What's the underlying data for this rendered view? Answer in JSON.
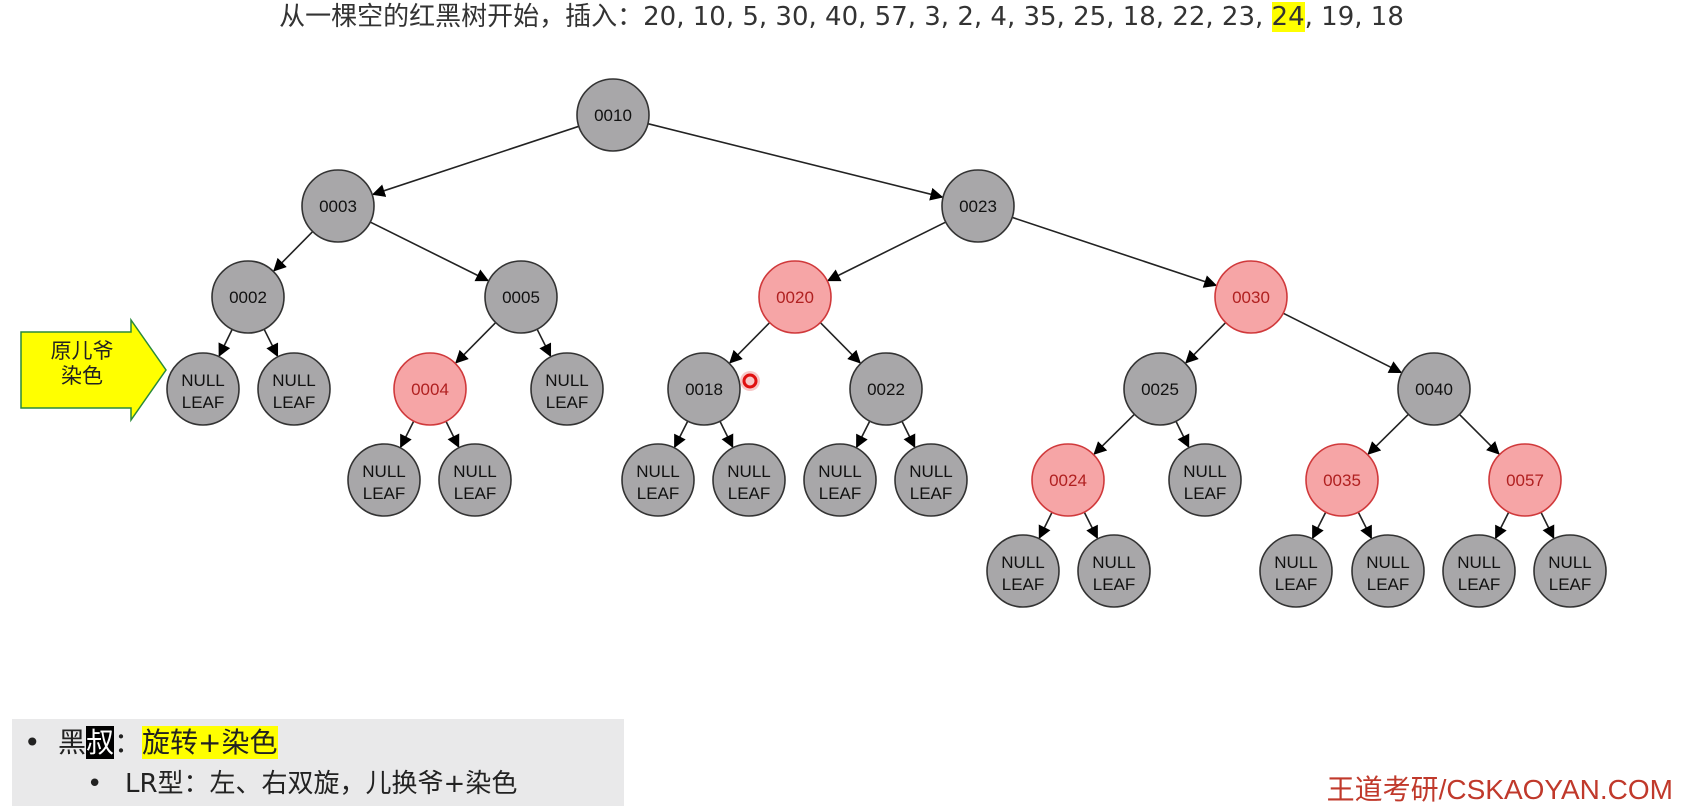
{
  "title": {
    "prefix": "从一棵空的红黑树开始，插入：20, 10, 5, 30, 40, 57, 3, 2, 4, 35, 25, 18, 22, 23, ",
    "highlight": "24",
    "suffix": ", 19, 18"
  },
  "tree": {
    "null_line1": "NULL",
    "null_line2": "LEAF",
    "nodes": [
      {
        "id": "n10",
        "label": "0010",
        "color": "black"
      },
      {
        "id": "n3",
        "label": "0003",
        "color": "black"
      },
      {
        "id": "n23",
        "label": "0023",
        "color": "black"
      },
      {
        "id": "n2",
        "label": "0002",
        "color": "black"
      },
      {
        "id": "n5",
        "label": "0005",
        "color": "black"
      },
      {
        "id": "n20",
        "label": "0020",
        "color": "red"
      },
      {
        "id": "n30",
        "label": "0030",
        "color": "red"
      },
      {
        "id": "n4",
        "label": "0004",
        "color": "red"
      },
      {
        "id": "n18",
        "label": "0018",
        "color": "black"
      },
      {
        "id": "n22",
        "label": "0022",
        "color": "black"
      },
      {
        "id": "n25",
        "label": "0025",
        "color": "black"
      },
      {
        "id": "n40",
        "label": "0040",
        "color": "black"
      },
      {
        "id": "n24",
        "label": "0024",
        "color": "red"
      },
      {
        "id": "n35",
        "label": "0035",
        "color": "red"
      },
      {
        "id": "n57",
        "label": "0057",
        "color": "red"
      }
    ],
    "node_colors": {
      "black_fill": "#a8a7a9",
      "red_fill": "#f6a5a6",
      "red_stroke": "#d0393b",
      "red_text": "#b02020"
    }
  },
  "callout": {
    "line1": "原儿爷",
    "line2": "染色",
    "fill": "#ffff00"
  },
  "bullets": {
    "b1_pre": "黑",
    "b1_inv": "叔",
    "b1_colon": "：",
    "b1_hl": "旋转+染色",
    "b2": "LR型：左、右双旋，儿换爷+染色"
  },
  "watermark": "王道考研/CSKAOYAN.COM"
}
